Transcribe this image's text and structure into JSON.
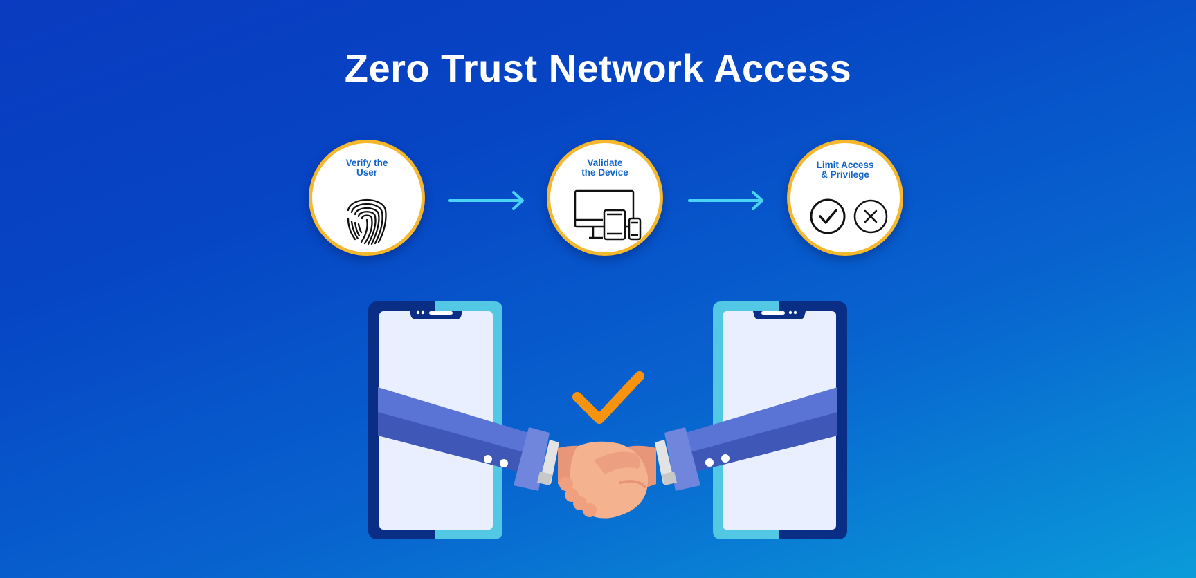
{
  "title": "Zero Trust Network Access",
  "steps": [
    {
      "label": "Verify the\nUser",
      "icon": "fingerprint-icon"
    },
    {
      "label": "Validate\nthe Device",
      "icon": "devices-icon"
    },
    {
      "label": "Limit Access\n& Privilege",
      "icon": "allow-deny-icon"
    }
  ],
  "colors": {
    "circle_border": "#f5b72c",
    "label": "#1466c8",
    "arrow": "#49d3f5",
    "checkmark": "#f7930f"
  }
}
